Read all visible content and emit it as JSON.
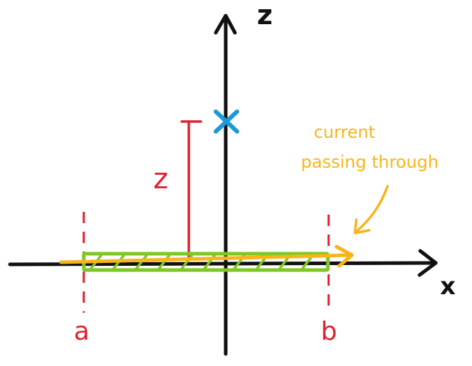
{
  "labels": {
    "z_axis": "z",
    "x_axis": "x",
    "height": "z",
    "left_end": "a",
    "right_end": "b",
    "annotation_line1": "current",
    "annotation_line2": "passing through"
  },
  "colors": {
    "axes": "#111111",
    "red": "#e0202e",
    "green": "#7dc726",
    "orange": "#f7b51c",
    "blue": "#1a9ad6"
  },
  "point_marker": "x"
}
